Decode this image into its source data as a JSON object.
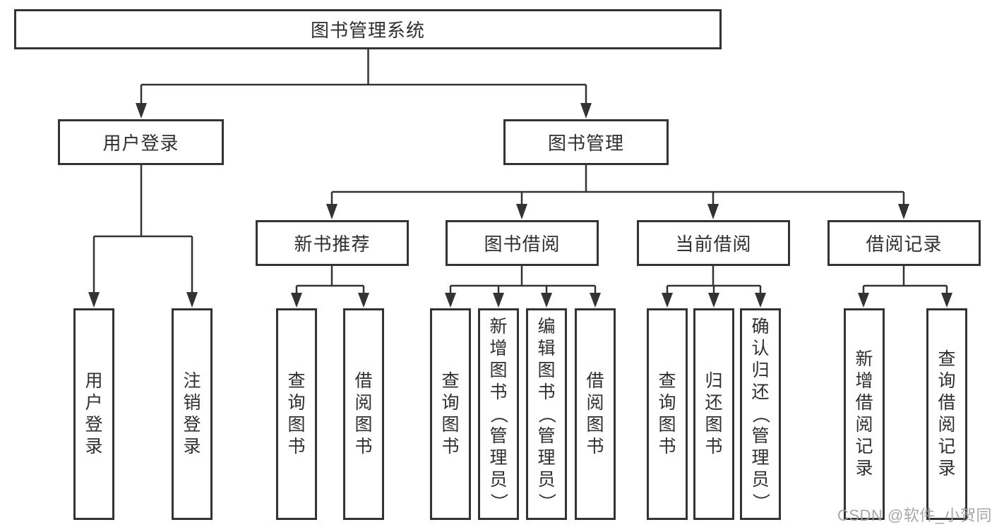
{
  "diagram": {
    "root": {
      "label": "图书管理系统"
    },
    "level2": [
      {
        "label": "用户登录"
      },
      {
        "label": "图书管理"
      }
    ],
    "level3": [
      {
        "label": "新书推荐"
      },
      {
        "label": "图书借阅"
      },
      {
        "label": "当前借阅"
      },
      {
        "label": "借阅记录"
      }
    ],
    "leaves": [
      {
        "label": "用户登录"
      },
      {
        "label": "注销登录"
      },
      {
        "label": "查询图书"
      },
      {
        "label": "借阅图书"
      },
      {
        "label": "查询图书"
      },
      {
        "label": "新增图书（管理员）"
      },
      {
        "label": "编辑图书（管理员）"
      },
      {
        "label": "借阅图书"
      },
      {
        "label": "查询图书"
      },
      {
        "label": "归还图书"
      },
      {
        "label": "确认归还（管理员）"
      },
      {
        "label": "新增借阅记录"
      },
      {
        "label": "查询借阅记录"
      }
    ],
    "watermark": "CSDN @软件_小贺同学",
    "colors": {
      "line": "#333333",
      "text": "#2f2f2f",
      "box_background": "#ffffff",
      "watermark": "#9e9e9e"
    }
  }
}
